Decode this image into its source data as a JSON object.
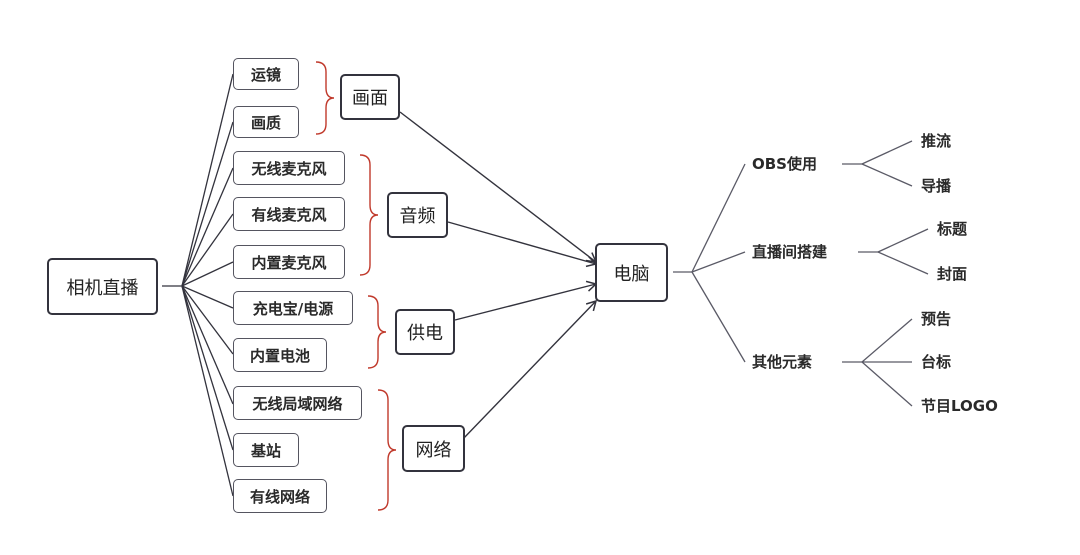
{
  "root": "相机直播",
  "hub": "电脑",
  "categories": {
    "picture": {
      "label": "画面",
      "items": [
        "运镜",
        "画质"
      ]
    },
    "audio": {
      "label": "音频",
      "items": [
        "无线麦克风",
        "有线麦克风",
        "内置麦克风"
      ]
    },
    "power": {
      "label": "供电",
      "items": [
        "充电宝/电源",
        "内置电池"
      ]
    },
    "network": {
      "label": "网络",
      "items": [
        "无线局域网络",
        "基站",
        "有线网络"
      ]
    }
  },
  "outputs": {
    "obs": {
      "label": "OBS使用",
      "items": [
        "推流",
        "导播"
      ]
    },
    "room": {
      "label": "直播间搭建",
      "items": [
        "标题",
        "封面"
      ]
    },
    "other": {
      "label": "其他元素",
      "items": [
        "预告",
        "台标",
        "节目LOGO"
      ]
    }
  },
  "colors": {
    "line": "#33333d",
    "brace": "#c0392b",
    "box_border": "#33333d"
  }
}
